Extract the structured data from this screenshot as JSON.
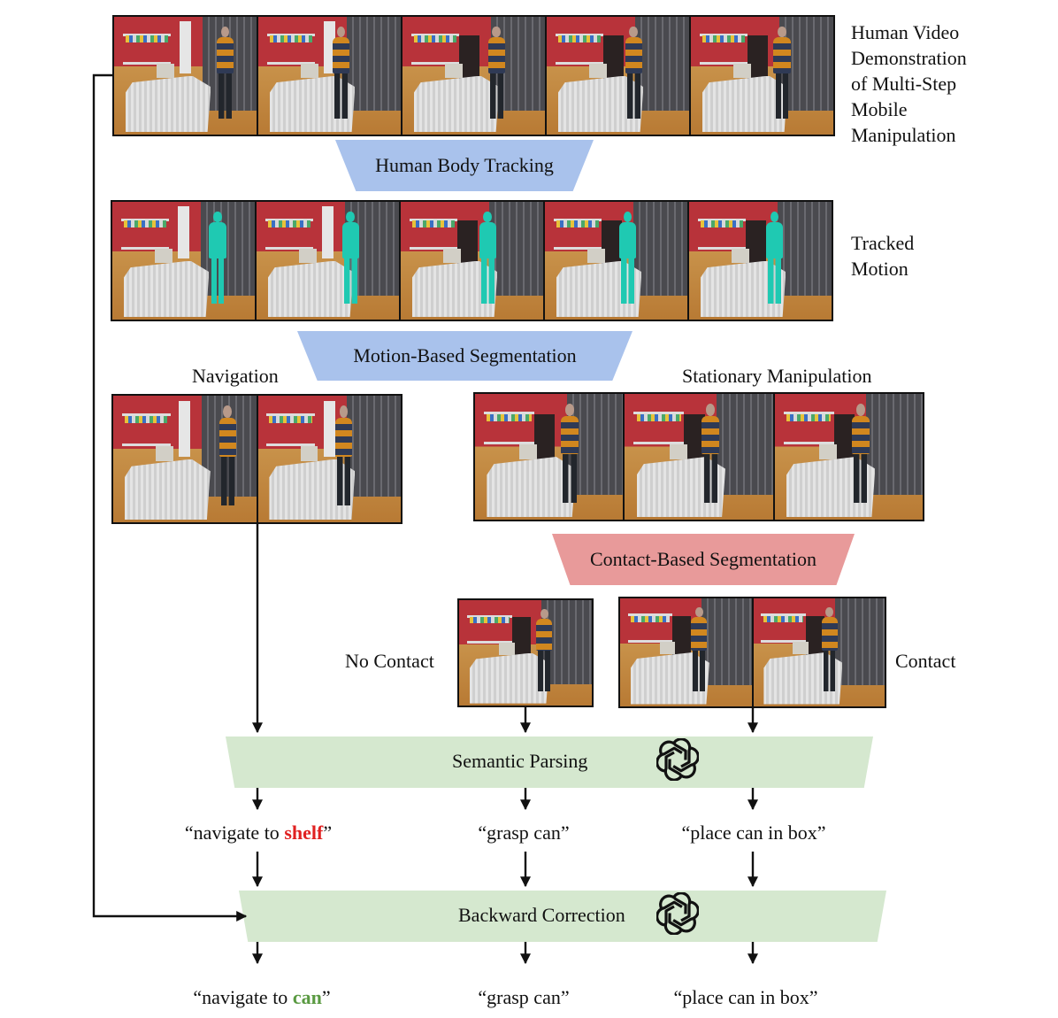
{
  "row1_caption": [
    "Human Video",
    "Demonstration",
    "of Multi-Step",
    "Mobile",
    "Manipulation"
  ],
  "row2_caption": [
    "Tracked",
    "Motion"
  ],
  "stages": {
    "body_tracking": "Human Body Tracking",
    "motion_segmentation": "Motion-Based Segmentation",
    "contact_segmentation": "Contact-Based Segmentation",
    "semantic_parsing": "Semantic Parsing",
    "backward_correction": "Backward Correction"
  },
  "groups": {
    "navigation": "Navigation",
    "stationary": "Stationary Manipulation",
    "no_contact": "No Contact",
    "contact": "Contact"
  },
  "parsed": {
    "nav_prefix": "“navigate to ",
    "nav_object": "shelf",
    "nav_suffix": "”",
    "grasp": "“grasp can”",
    "place": "“place can in box”"
  },
  "corrected": {
    "nav_prefix": "“navigate to ",
    "nav_object": "can",
    "nav_suffix": "”",
    "grasp": "“grasp can”",
    "place": "“place can in box”"
  },
  "colors": {
    "blue_stage": "#a9c2ec",
    "red_stage": "#e89a9a",
    "green_stage": "#d5e8cf",
    "wrong_object": "#e02020",
    "corrected_object": "#5a9a42"
  },
  "icons": {
    "llm_logo": "openai-logo-icon"
  }
}
